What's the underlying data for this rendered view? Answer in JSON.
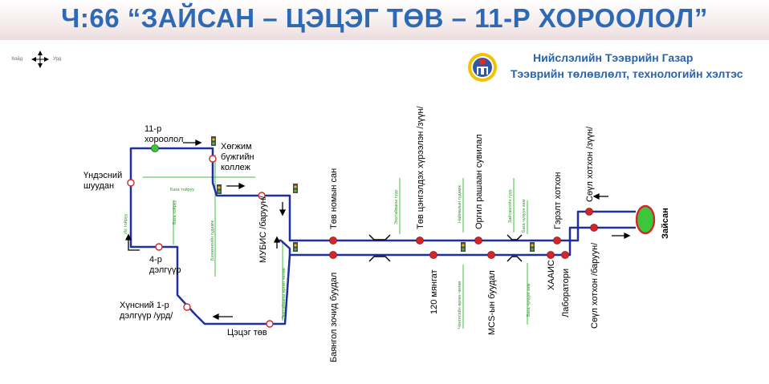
{
  "title": "Ч:66 “ЗАЙСАН – ЦЭЦЭГ ТӨВ – 11-Р ХОРООЛОЛ”",
  "organization": {
    "name": "Нийслэлийн Тээврийн Газар",
    "department": "Тээврийн төлөвлөлт, технологийн хэлтэс"
  },
  "compass": {
    "north": "Хойд",
    "south": "Урд"
  },
  "colors": {
    "route": "#1f2f9c",
    "stop": "#d4252b",
    "terminal": "#3cc63c",
    "street": "#3fc03f",
    "title": "#2d69b4"
  },
  "stops": {
    "khoroolol11": "11-р хороолол",
    "khugjim": "Хөгжим бүжгийн коллеж",
    "undesnii_shuudan": "Үндэсний шуудан",
    "delguur4": "4-р дэлгүүр",
    "khunsnii": "Хүнсний 1-р дэлгүүр /урд/",
    "tsetseg_tuv": "Цэцэг төв",
    "mubis": "МУБИС /баруун/",
    "tuv_nomiin_san": "Төв номын сан",
    "bayngol_zochid": "Баянгол зочид буудал",
    "tuv_tsengeldekh": "Төв цэнгэлдэх хүрээлэн /зүүн/",
    "mynga120": "120 мянгат",
    "orgil": "Оргил рашаан сувилал",
    "mcs": "MCS-ын буудал",
    "gerelt": "Гэрэлт хотхон",
    "khaais": "ХААИС",
    "laboratori": "Лаборатори",
    "seul_zuun": "Сөүл хотхон /зүүн/",
    "seul_baruun": "Сөүл хотхон /баруун/",
    "zaisan": "Зайсан"
  },
  "streets": {
    "ikh_toiruu": "Их тойруу",
    "baga_toiruu_v": "Бага тойруу",
    "baga_toiruu_h": "Бага тойруу",
    "bazhinii": "Бээжингийн гудамж",
    "enkhtaivan_v": "Энхтайваны өргөн чөлөө",
    "enkhtaivan_g": "Энхтайваны гүүр",
    "chinggis": "Чингисийн өргөн чөлөө",
    "naimal": "Наймалын гудамж",
    "zaisangiin_g": "Зайсангийн гүүр",
    "baga_chuluu_1": "Бага чулуун зам",
    "baga_chuluu_2": "Бага чулуун зам"
  }
}
